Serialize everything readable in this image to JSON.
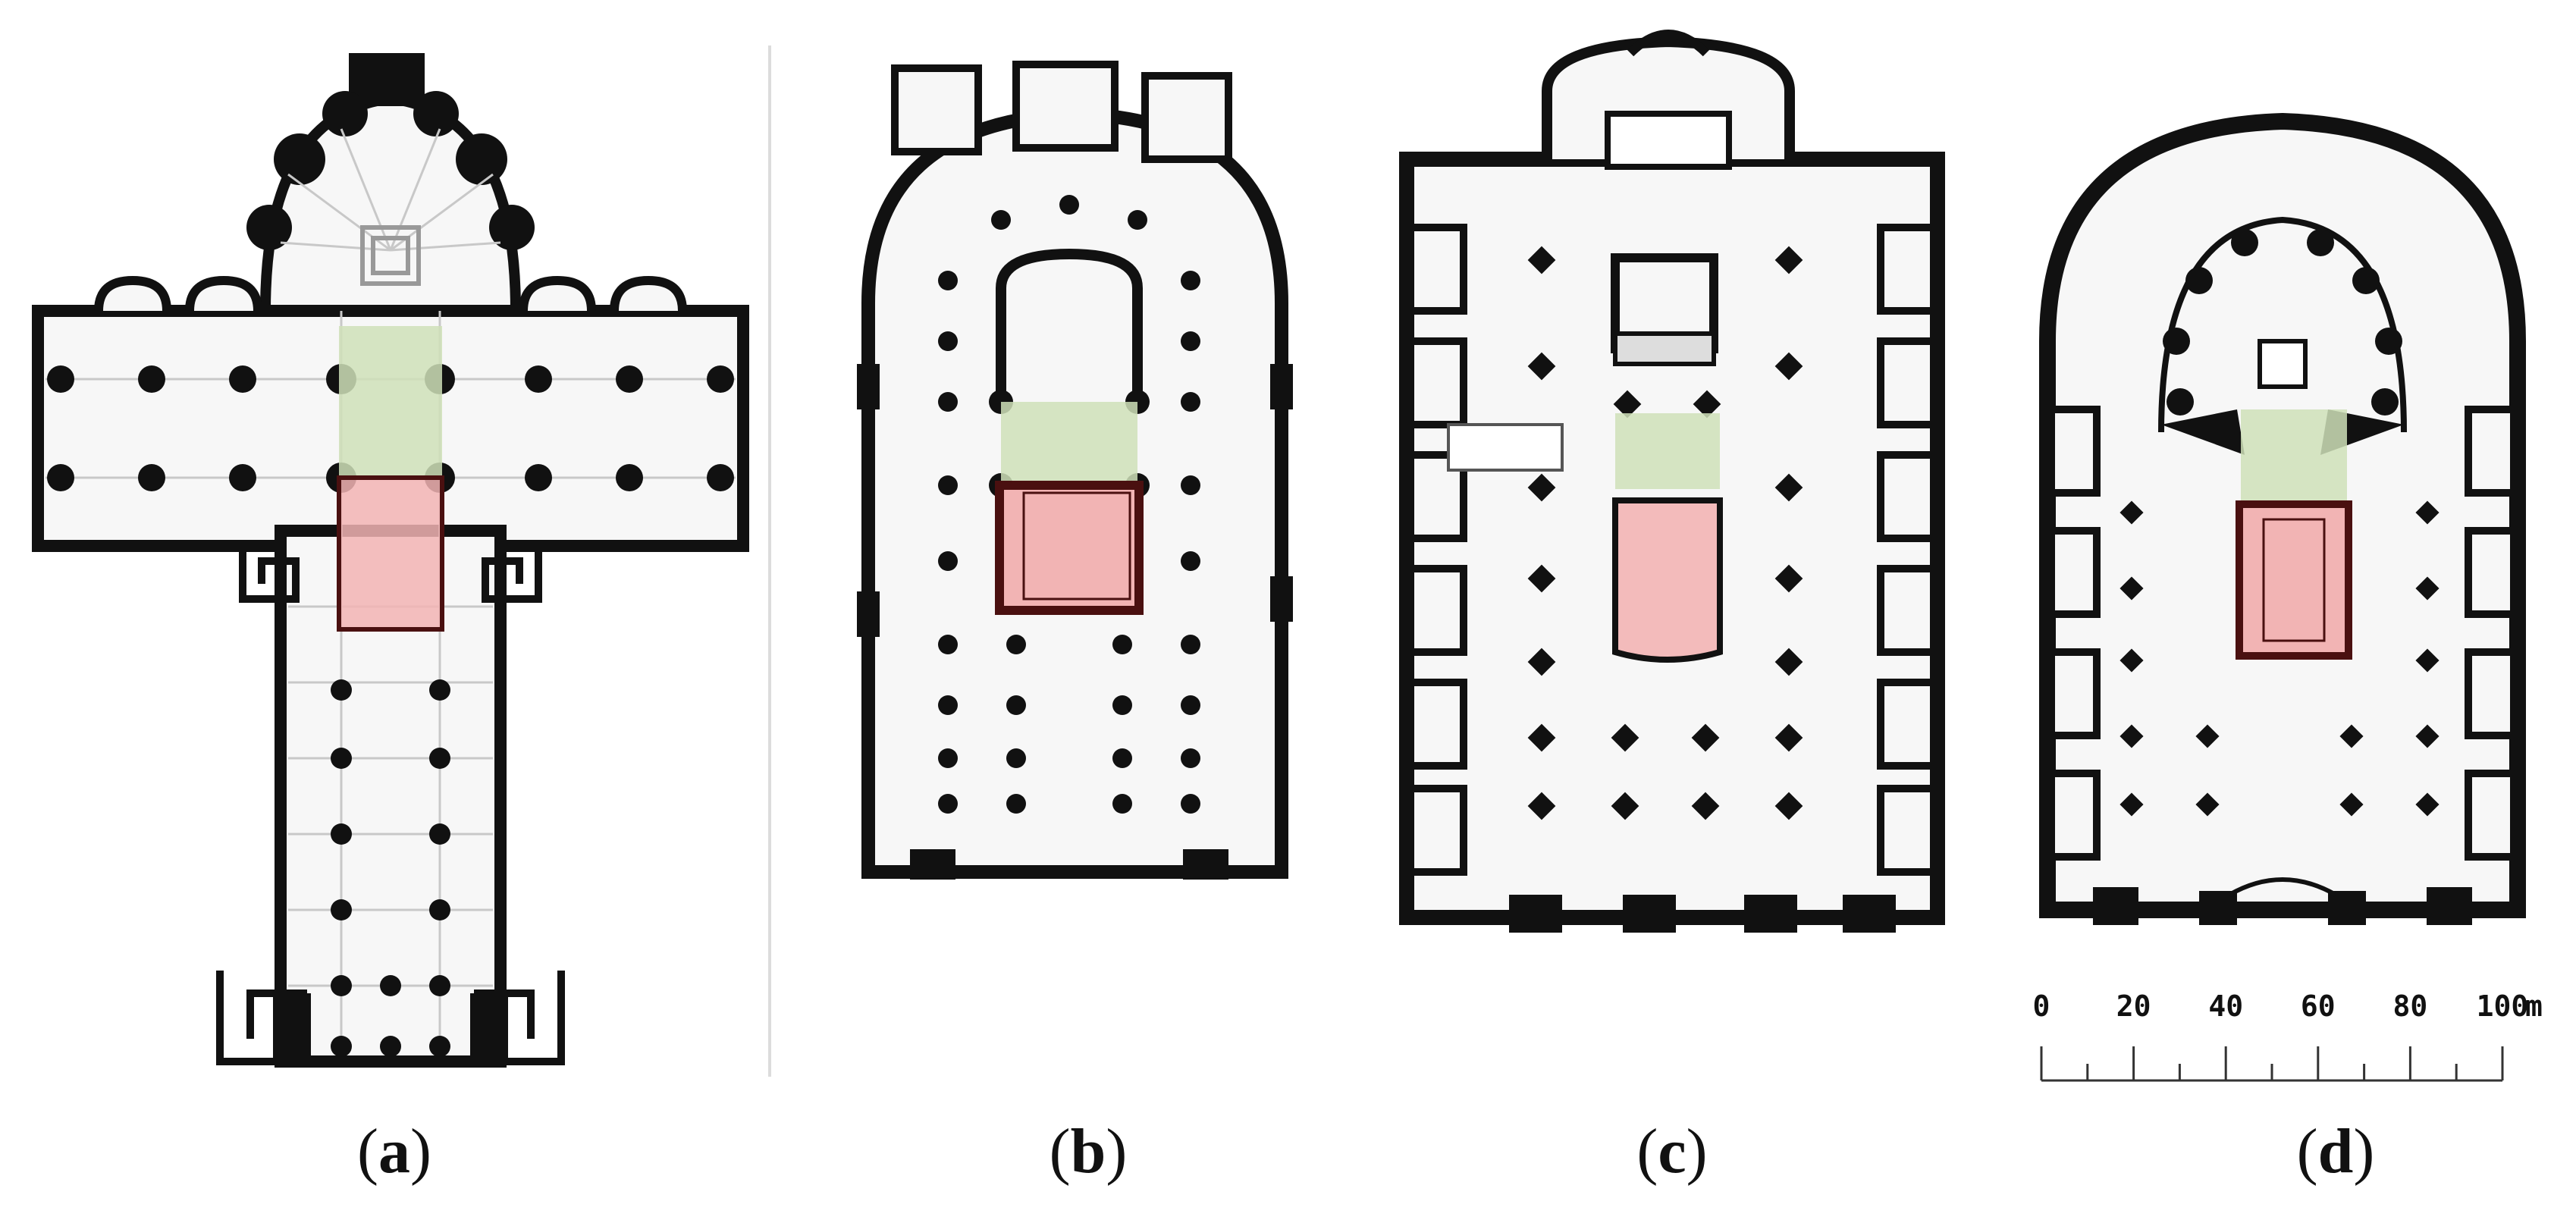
{
  "panels": [
    {
      "id": "a",
      "label": "a"
    },
    {
      "id": "b",
      "label": "b"
    },
    {
      "id": "c",
      "label": "c"
    },
    {
      "id": "d",
      "label": "d"
    }
  ],
  "scale_bar": {
    "ticks": [
      "0",
      "20",
      "40",
      "60",
      "80",
      "100"
    ],
    "unit": "m"
  },
  "colors": {
    "wall": "#111111",
    "floor": "#f7f7f7",
    "grid": "#c8c8c8",
    "crossing_zone": "#cfe0b8",
    "nave_zone": "#f2b4b4",
    "nave_zone_border": "#4a1010",
    "separator": "#dcdcdc"
  }
}
